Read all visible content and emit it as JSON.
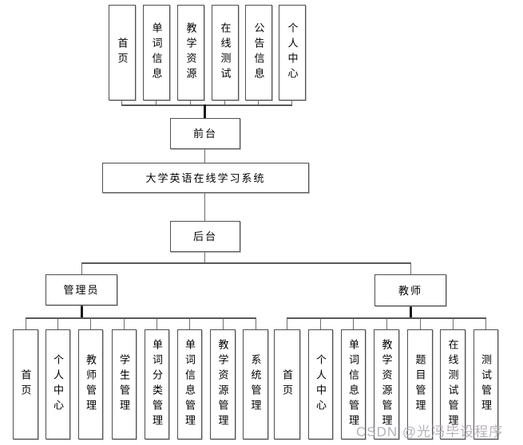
{
  "diagram": {
    "root": "大学英语在线学习系统",
    "front": "前台",
    "back": "后台",
    "admin": "管理员",
    "teacher": "教师",
    "front_children": [
      "首页",
      "单词信息",
      "教学资源",
      "在线测试",
      "公告信息",
      "个人中心"
    ],
    "admin_children": [
      "首页",
      "个人中心",
      "教师管理",
      "学生管理",
      "单词分类管理",
      "单词信息管理",
      "教学资源管理",
      "系统管理"
    ],
    "teacher_children": [
      "首页",
      "个人中心",
      "单词信息管理",
      "教学资源管理",
      "题目管理",
      "在线测试管理",
      "测试管理"
    ]
  },
  "watermark": "CSDN @光冯毕设程序",
  "colors": {
    "box_border": "#4f4f4f",
    "connector": "#6e6e6e",
    "trunk": "#151515",
    "watermark": "#b2acb5"
  }
}
